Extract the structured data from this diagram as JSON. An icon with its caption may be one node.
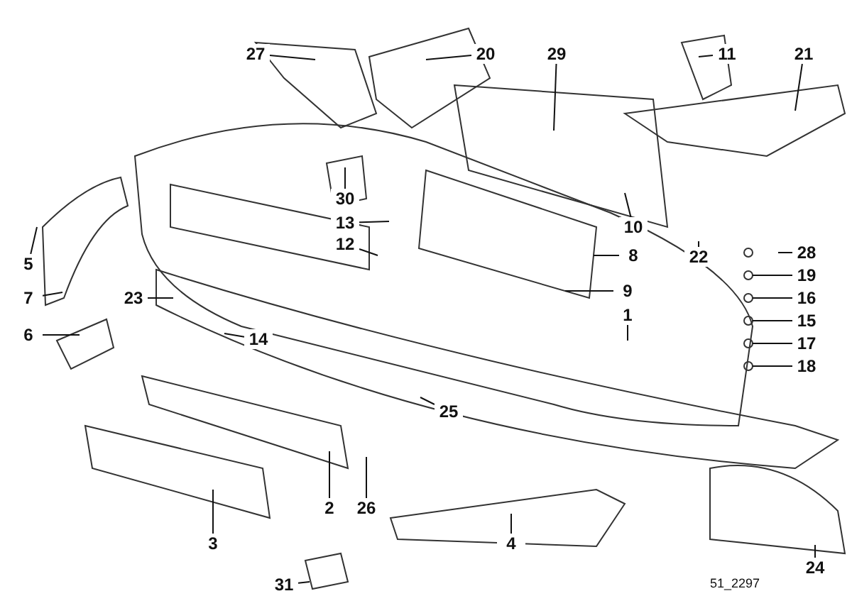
{
  "diagram": {
    "nodes": [
      {
        "text": [
          "27"
        ]
      },
      {
        "text": [
          "20"
        ]
      },
      {
        "text": [
          "29"
        ]
      },
      {
        "text": [
          "11"
        ]
      },
      {
        "text": [
          "21"
        ]
      },
      {
        "text": [
          "30"
        ]
      },
      {
        "text": [
          "13"
        ]
      },
      {
        "text": [
          "12"
        ]
      },
      {
        "text": [
          "10"
        ]
      },
      {
        "text": [
          "8"
        ]
      },
      {
        "text": [
          "5"
        ]
      },
      {
        "text": [
          "28"
        ]
      },
      {
        "text": [
          "22"
        ]
      },
      {
        "text": [
          "19"
        ]
      },
      {
        "text": [
          "16"
        ]
      },
      {
        "text": [
          "9"
        ]
      },
      {
        "text": [
          "7"
        ]
      },
      {
        "text": [
          "23"
        ]
      },
      {
        "text": [
          "1"
        ]
      },
      {
        "text": [
          "15"
        ]
      },
      {
        "text": [
          "6"
        ]
      },
      {
        "text": [
          "14"
        ]
      },
      {
        "text": [
          "17"
        ]
      },
      {
        "text": [
          "18"
        ]
      },
      {
        "text": [
          "25"
        ]
      },
      {
        "text": [
          "2"
        ]
      },
      {
        "text": [
          "26"
        ]
      },
      {
        "text": [
          "3"
        ]
      },
      {
        "text": [
          "4"
        ]
      },
      {
        "text": [
          "31"
        ]
      },
      {
        "text": [
          "24"
        ]
      }
    ],
    "edges": [
      {
        "from": 0,
        "to": null,
        "arrow": "none"
      },
      {
        "from": 1,
        "to": null,
        "arrow": "none"
      },
      {
        "from": 2,
        "to": null,
        "arrow": "none"
      },
      {
        "from": 3,
        "to": null,
        "arrow": "none"
      },
      {
        "from": 4,
        "to": null,
        "arrow": "none"
      },
      {
        "from": 5,
        "to": null,
        "arrow": "none"
      },
      {
        "from": 6,
        "to": null,
        "arrow": "none"
      },
      {
        "from": 7,
        "to": null,
        "arrow": "none"
      },
      {
        "from": 8,
        "to": null,
        "arrow": "none"
      },
      {
        "from": 9,
        "to": null,
        "arrow": "none"
      },
      {
        "from": 10,
        "to": null,
        "arrow": "none"
      },
      {
        "from": 11,
        "to": null,
        "arrow": "none"
      },
      {
        "from": 12,
        "to": null,
        "arrow": "none"
      },
      {
        "from": 13,
        "to": null,
        "arrow": "none"
      },
      {
        "from": 14,
        "to": null,
        "arrow": "none"
      },
      {
        "from": 15,
        "to": null,
        "arrow": "none"
      },
      {
        "from": 16,
        "to": null,
        "arrow": "none"
      },
      {
        "from": 17,
        "to": null,
        "arrow": "none"
      },
      {
        "from": 18,
        "to": null,
        "arrow": "none"
      },
      {
        "from": 19,
        "to": null,
        "arrow": "none"
      },
      {
        "from": 20,
        "to": null,
        "arrow": "none"
      },
      {
        "from": 21,
        "to": null,
        "arrow": "none"
      },
      {
        "from": 22,
        "to": null,
        "arrow": "none"
      },
      {
        "from": 23,
        "to": null,
        "arrow": "none"
      },
      {
        "from": 24,
        "to": null,
        "arrow": "none"
      },
      {
        "from": 25,
        "to": null,
        "arrow": "none"
      },
      {
        "from": 26,
        "to": null,
        "arrow": "none"
      },
      {
        "from": 27,
        "to": null,
        "arrow": "none"
      },
      {
        "from": 28,
        "to": null,
        "arrow": "none"
      },
      {
        "from": 29,
        "to": null,
        "arrow": "none"
      },
      {
        "from": 30,
        "to": null,
        "arrow": "none"
      }
    ],
    "labels": [
      "51_2297"
    ]
  }
}
